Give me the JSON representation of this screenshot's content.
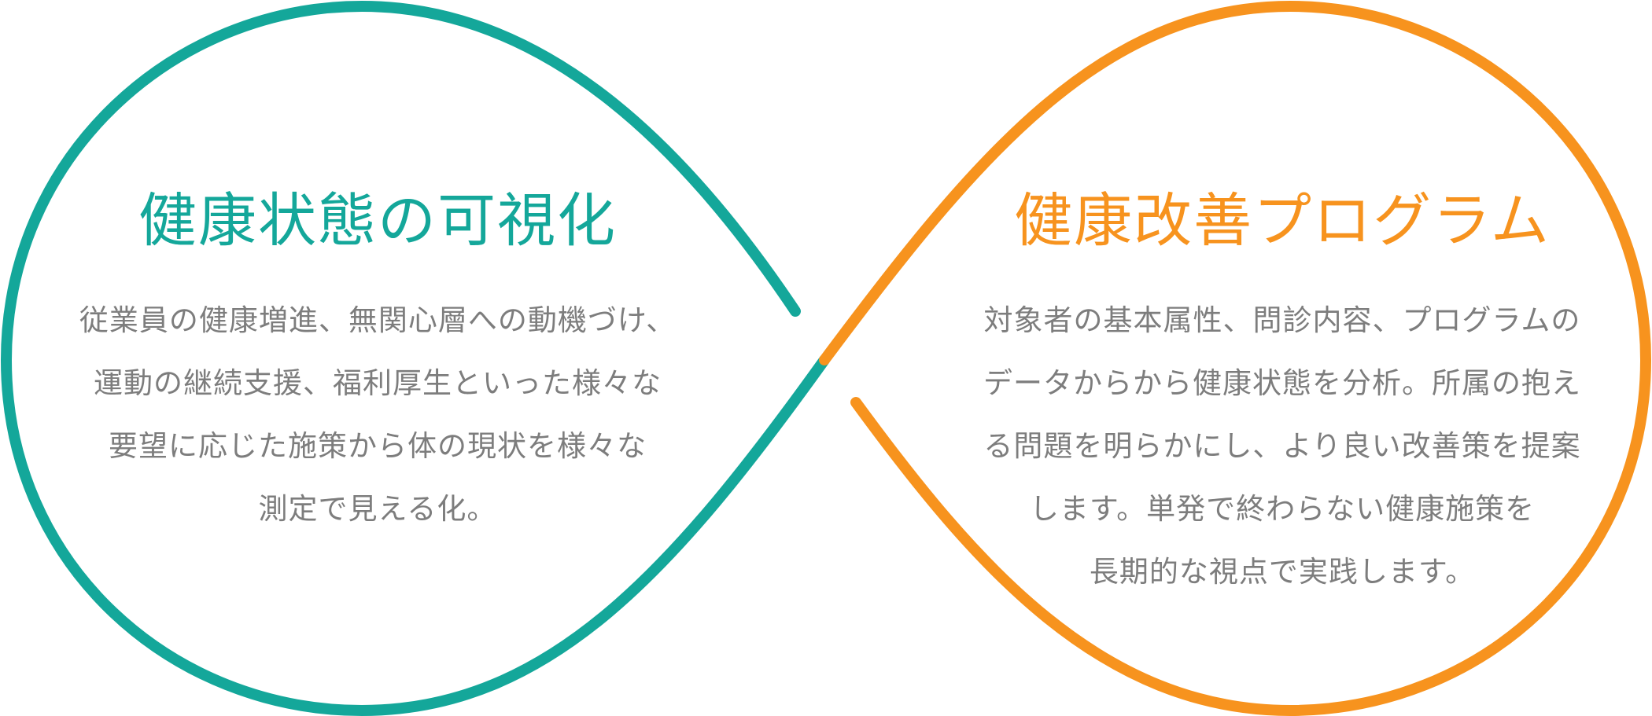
{
  "colors": {
    "teal": "#14a79a",
    "orange": "#f7931e",
    "body_text": "#7d7d7d"
  },
  "left": {
    "title": "健康状態の可視化",
    "lines": [
      "従業員の健康増進、無関心層への動機づけ、",
      "運動の継続支援、福利厚生といった様々な",
      "要望に応じた施策から体の現状を様々な",
      "測定で見える化。"
    ]
  },
  "right": {
    "title": "健康改善プログラム",
    "lines": [
      "対象者の基本属性、問診内容、プログラムの",
      "データからから健康状態を分析。所属の抱え",
      "る問題を明らかにし、より良い改善策を提案",
      "します。単発で終わらない健康施策を",
      "長期的な視点で実践します。"
    ]
  }
}
